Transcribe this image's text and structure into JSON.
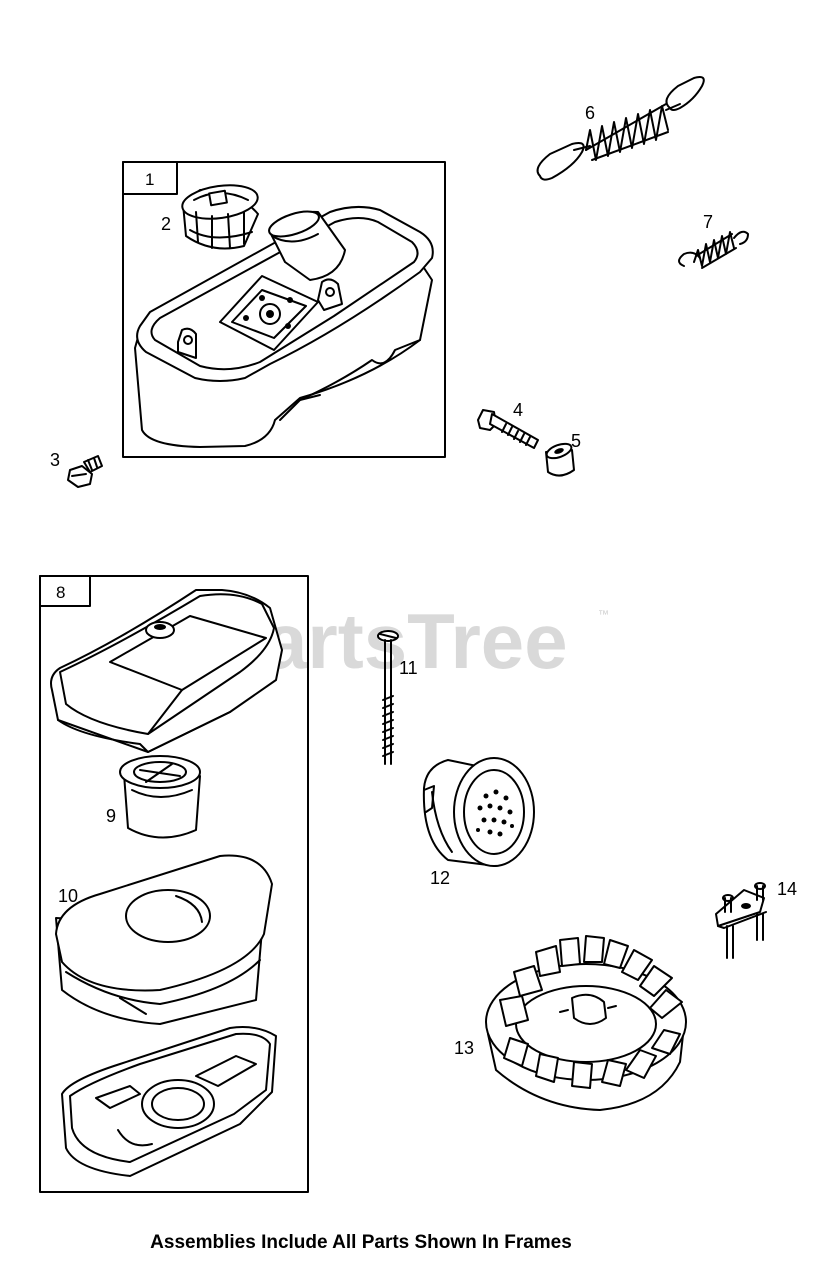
{
  "watermark": {
    "text": "PartsTree",
    "trademark": "™",
    "color": "#d9d9d9"
  },
  "frames": [
    {
      "label": "1"
    },
    {
      "label": "8"
    }
  ],
  "parts": [
    {
      "label": "2",
      "icon": "fuel-cap-icon"
    },
    {
      "label": "3",
      "icon": "bolt-icon"
    },
    {
      "label": "4",
      "icon": "bolt-icon"
    },
    {
      "label": "5",
      "icon": "spacer-icon"
    },
    {
      "label": "6",
      "icon": "spring-icon"
    },
    {
      "label": "7",
      "icon": "spring-icon"
    },
    {
      "label": "9",
      "icon": "air-filter-cartridge-icon"
    },
    {
      "label": "10",
      "icon": "pre-cleaner-icon"
    },
    {
      "label": "11",
      "icon": "screw-icon"
    },
    {
      "label": "12",
      "icon": "muffler-icon"
    },
    {
      "label": "13",
      "icon": "flywheel-icon"
    },
    {
      "label": "14",
      "icon": "terminal-bracket-icon"
    }
  ],
  "caption": "Assemblies Include All Parts Shown In Frames"
}
